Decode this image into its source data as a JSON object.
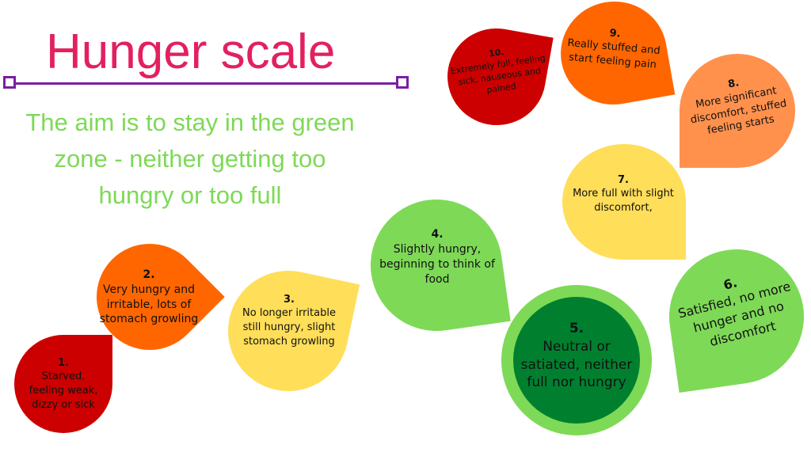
{
  "title": "Hunger scale",
  "subtitle": "The aim is to stay in the green zone - neither getting too hungry or too full",
  "colors": {
    "red": "#cc0000",
    "orange": "#ff6600",
    "light_orange": "#ff914d",
    "yellow": "#ffde59",
    "green": "#7ed957",
    "dark_green": "#00802f",
    "title": "#e3205f",
    "line": "#7a1fa2"
  },
  "levels": [
    {
      "num": "1.",
      "text": "Starved, feeling  weak, dizzy or  sick"
    },
    {
      "num": "2.",
      "text": "Very hungry and irritable, lots of stomach growling"
    },
    {
      "num": "3.",
      "text": "No longer irritable still hungry, slight stomach growling"
    },
    {
      "num": "4.",
      "text": "Slightly hungry, beginning to think of food"
    },
    {
      "num": "5.",
      "text": "Neutral or satiated, neither full nor hungry"
    },
    {
      "num": "6.",
      "text": "Satisfied, no more hunger and no discomfort"
    },
    {
      "num": "7.",
      "text": "More full with slight discomfort,"
    },
    {
      "num": "8.",
      "text": "More significant discomfort, stuffed feeling starts"
    },
    {
      "num": "9.",
      "text": "Really stuffed and start feeling pain"
    },
    {
      "num": "10.",
      "text": "Extremely full, feeling sick, nauseous and pained"
    }
  ]
}
